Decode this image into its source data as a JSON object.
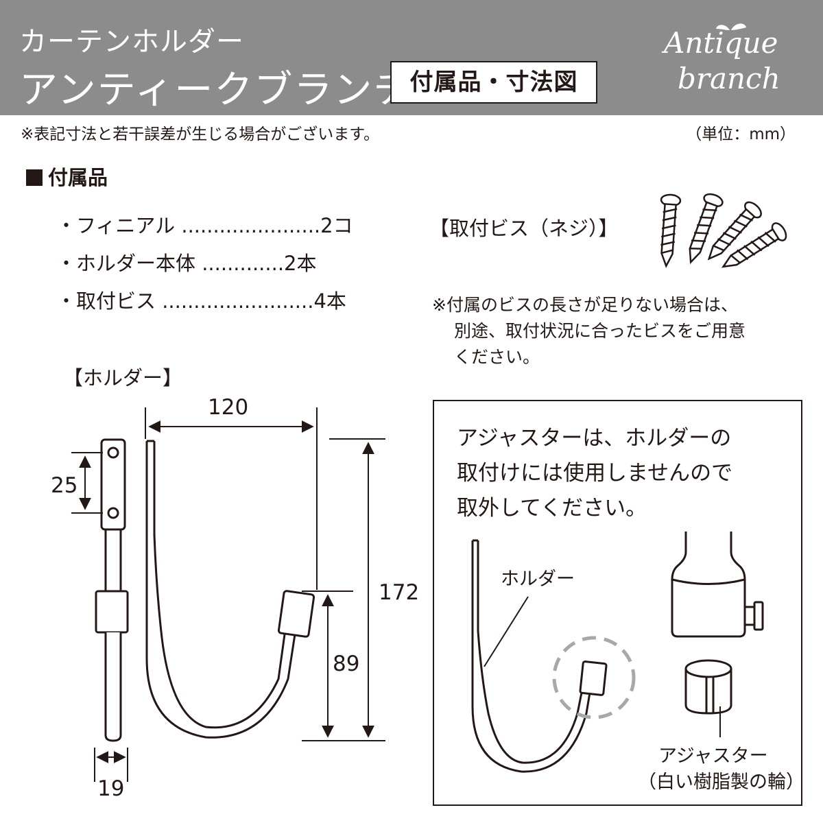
{
  "header": {
    "category": "カーテンホルダー",
    "product": "アンティークブランチ",
    "badge": "付属品・寸法図",
    "logo_line1": "Antique",
    "logo_line2": "branch",
    "background_color": "#8d8c8c"
  },
  "note": "※表記寸法と若干誤差が生じる場合がございます。",
  "unit": "（単位：mm）",
  "accessories": {
    "title": "付属品",
    "items": [
      "・フィニアル ......................2コ",
      "・ホルダー本体 .............2本",
      "・取付ビス ........................4本"
    ]
  },
  "screws": {
    "label": "【取付ビス（ネジ）】",
    "note_lines": [
      "※付属のビスの長さが足りない場合は、",
      "別途、取付状況に合ったビスをご用意",
      "ください。"
    ]
  },
  "holder": {
    "label": "【ホルダー】",
    "dimensions": {
      "width": "120",
      "height": "172",
      "lower_height": "89",
      "hole_pitch": "25",
      "bar_width": "19"
    }
  },
  "info": {
    "lines": [
      "アジャスターは、ホルダーの",
      "取付けには使用しませんので",
      "取外してください。"
    ],
    "holder_label": "ホルダー",
    "adjuster_label": "アジャスター",
    "adjuster_note": "（白い樹脂製の輪）"
  }
}
